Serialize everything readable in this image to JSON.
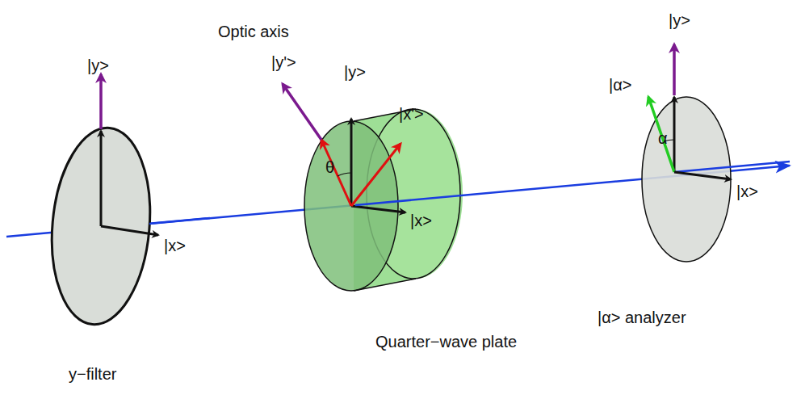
{
  "diagram": {
    "labels": [
      "|y>",
      "|x>",
      "Optic axis",
      "|y'>",
      "|y>",
      "|x'>",
      "θ",
      "|x>",
      "|y>",
      "|α>",
      "α",
      "|x>",
      "|α> analyzer",
      "Quarter−wave plate",
      "y−filter"
    ]
  }
}
